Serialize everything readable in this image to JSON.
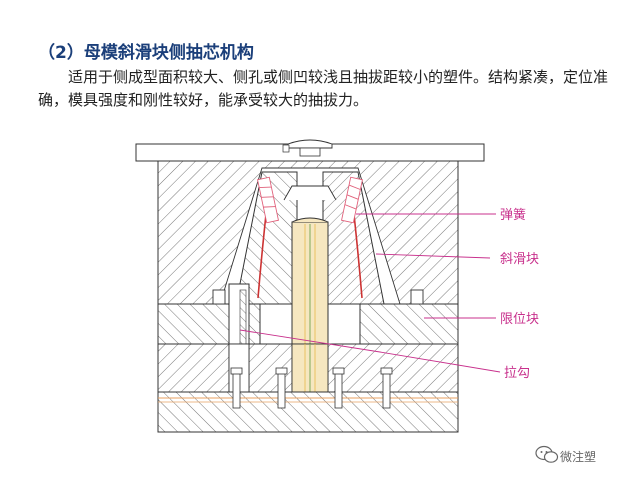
{
  "slide": {
    "title": "（2）母模斜滑块侧抽芯机构",
    "description": "适用于侧成型面积较大、侧孔或侧凹较浅且抽拔距较小的塑件。结构紧凑，定位准确，模具强度和刚性较好，能承受较大的抽拔力。"
  },
  "diagram": {
    "labels": [
      "弹簧",
      "斜滑块",
      "限位块",
      "拉勾"
    ],
    "label_color": "#c8308c",
    "leader_color": "#c8308c",
    "hatch_color": "#555555",
    "spring_color": "#e0607a",
    "core_color": "#e8c88a"
  },
  "watermark": {
    "text": "微注塑",
    "icon": "wechat-icon"
  }
}
